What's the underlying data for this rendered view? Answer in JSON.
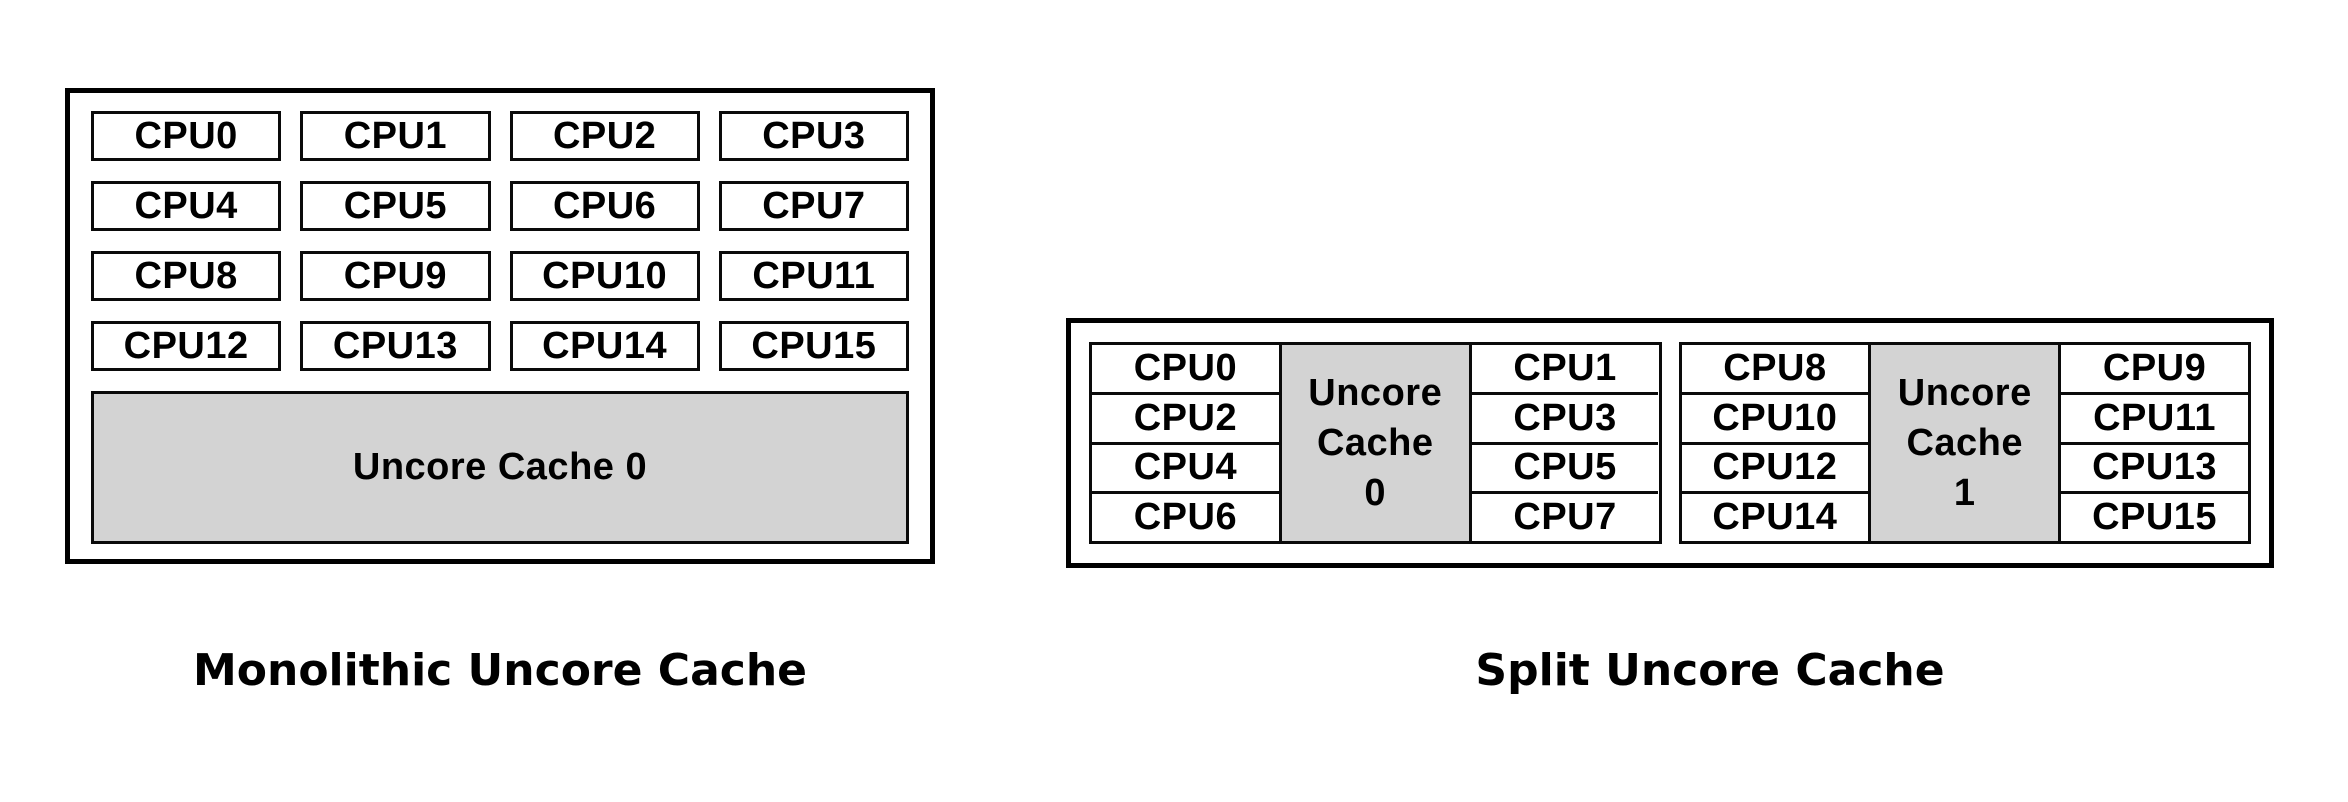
{
  "left_diagram": {
    "caption": "Monolithic Uncore Cache",
    "cache_label": "Uncore Cache 0",
    "cpu_rows": [
      [
        "CPU0",
        "CPU1",
        "CPU2",
        "CPU3"
      ],
      [
        "CPU4",
        "CPU5",
        "CPU6",
        "CPU7"
      ],
      [
        "CPU8",
        "CPU9",
        "CPU10",
        "CPU11"
      ],
      [
        "CPU12",
        "CPU13",
        "CPU14",
        "CPU15"
      ]
    ]
  },
  "right_diagram": {
    "caption": "Split Uncore Cache",
    "groups": [
      {
        "left_cpus": [
          "CPU0",
          "CPU2",
          "CPU4",
          "CPU6"
        ],
        "cache_label": "Uncore Cache 0",
        "right_cpus": [
          "CPU1",
          "CPU3",
          "CPU5",
          "CPU7"
        ]
      },
      {
        "left_cpus": [
          "CPU8",
          "CPU10",
          "CPU12",
          "CPU14"
        ],
        "cache_label": "Uncore Cache 1",
        "right_cpus": [
          "CPU9",
          "CPU11",
          "CPU13",
          "CPU15"
        ]
      }
    ]
  },
  "colors": {
    "background": "#ffffff",
    "border": "#000000",
    "cache_fill": "#d3d3d3",
    "text": "#000000"
  }
}
